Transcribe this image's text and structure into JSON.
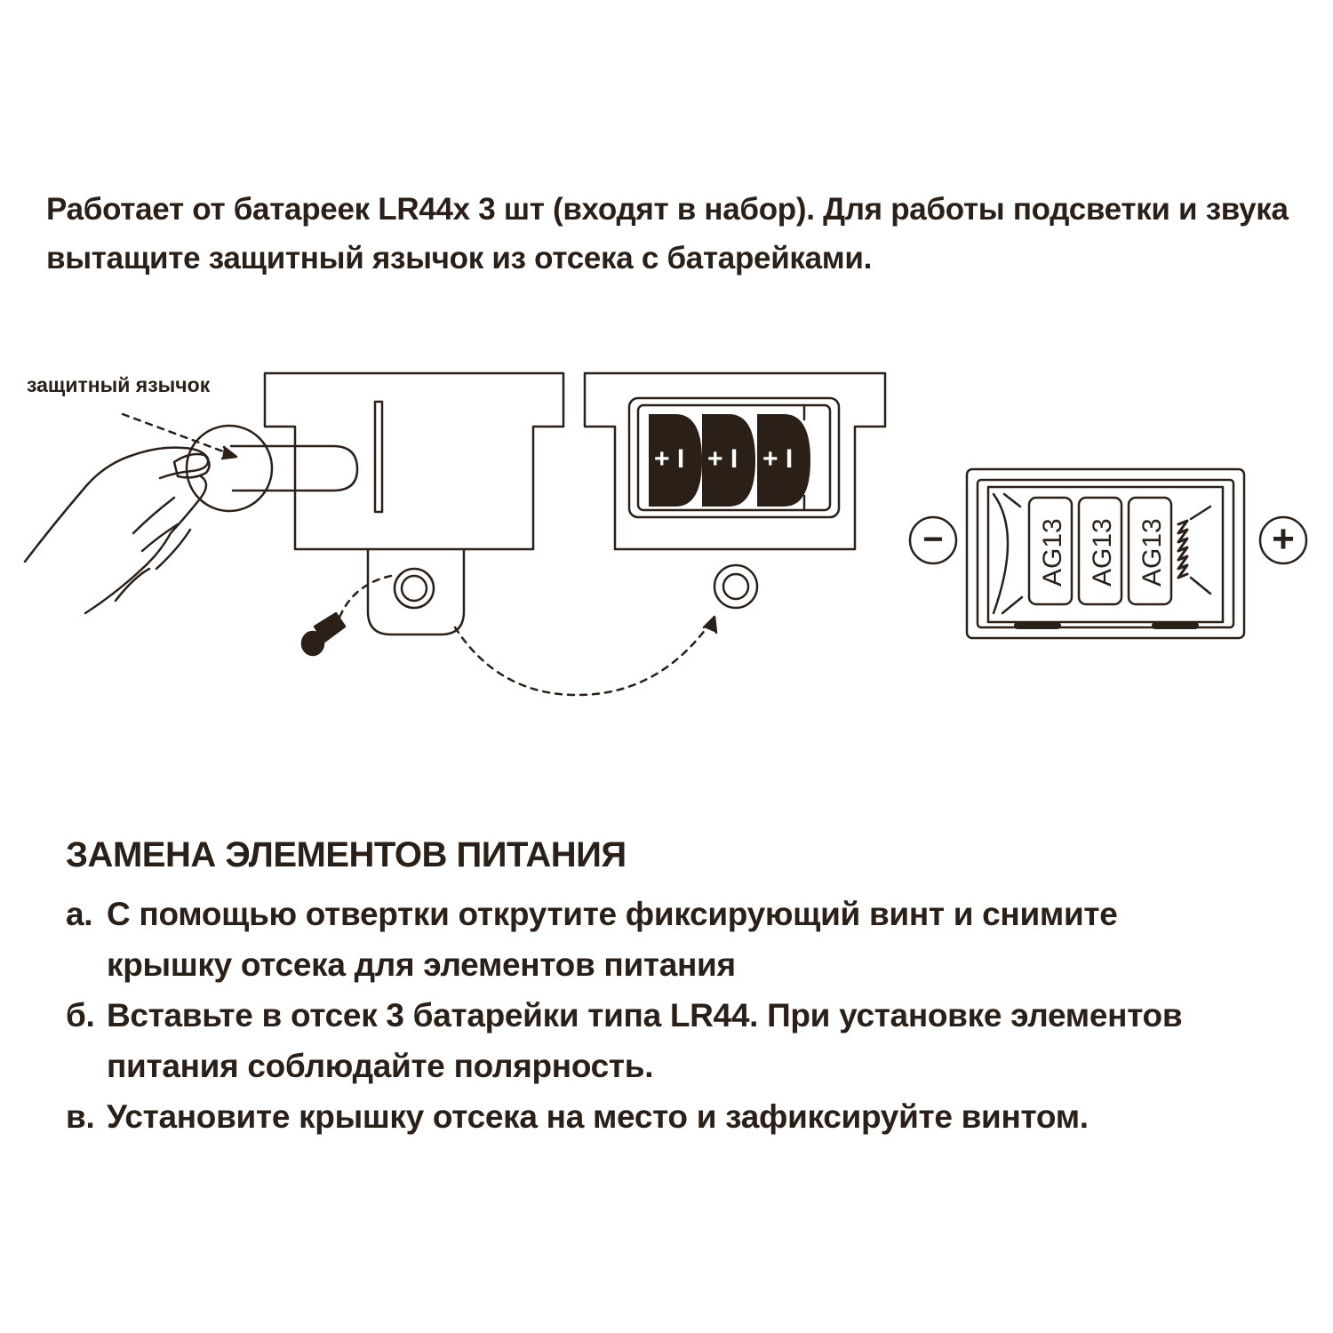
{
  "intro": {
    "line1": "Работает от батареек LR44x 3 шт (входят в набор). Для работы подсветки и звука",
    "line2": "вытащите защитный язычок из отсека с батарейками."
  },
  "diagram": {
    "tab_label": "защитный язычок",
    "cell_label": "AG13",
    "minus_symbol": "−",
    "plus_symbol": "+",
    "cell_polarity": "+ I"
  },
  "section": {
    "title": "ЗАМЕНА ЭЛЕМЕНТОВ ПИТАНИЯ",
    "steps": [
      {
        "marker": "а.",
        "line1": "С помощью отвертки открутите фиксирующий винт и снимите",
        "line2": "крышку отсека для элементов питания"
      },
      {
        "marker": "б.",
        "line1": "Вставьте в отсек 3 батарейки типа LR44. При установке элементов",
        "line2": "питания соблюдайте полярность."
      },
      {
        "marker": "в.",
        "line1": "Установите крышку отсека на место и зафиксируйте винтом.",
        "line2": ""
      }
    ]
  }
}
